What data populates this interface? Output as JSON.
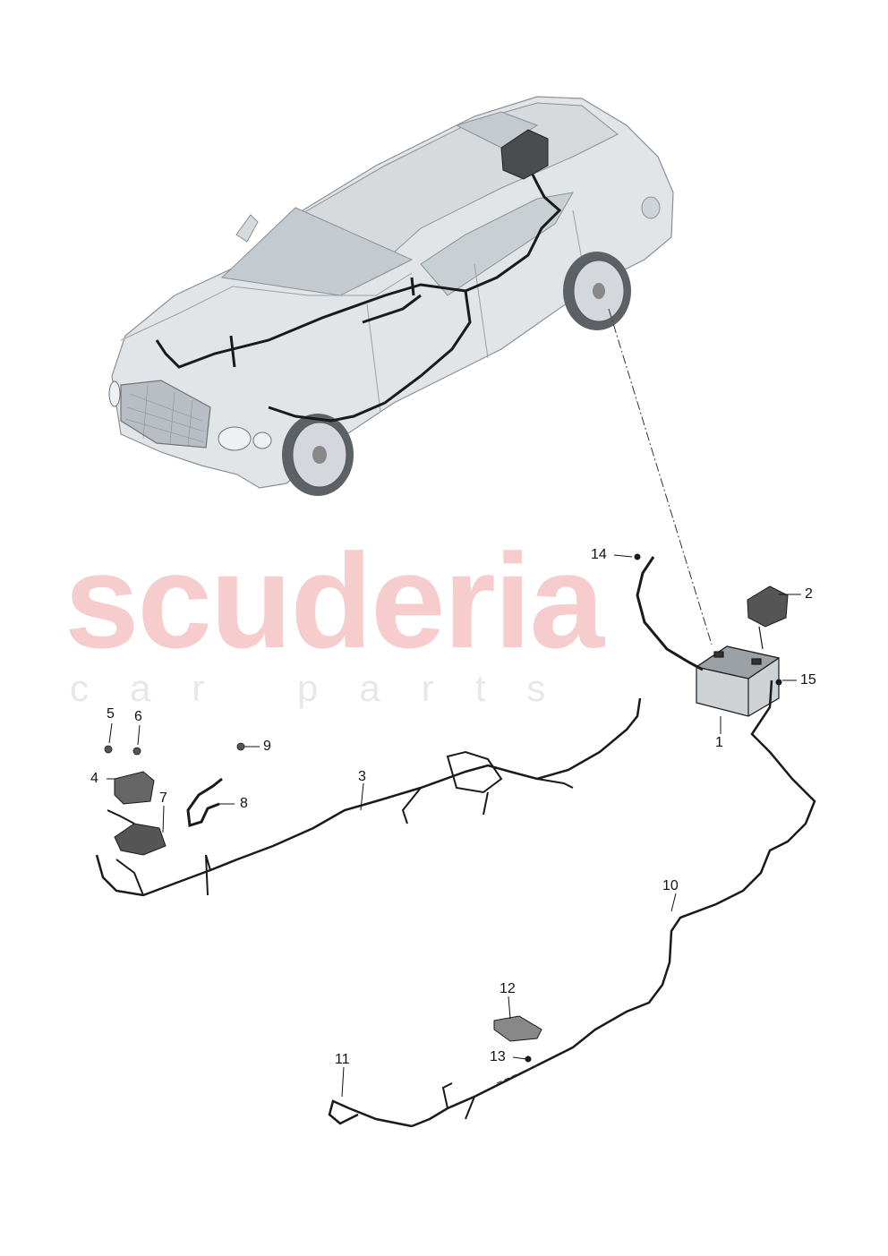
{
  "watermark": {
    "brand": "scuderia",
    "tagline": "car parts"
  },
  "callouts": [
    "1",
    "2",
    "3",
    "4",
    "5",
    "6",
    "7",
    "8",
    "9",
    "10",
    "11",
    "12",
    "13",
    "14",
    "15"
  ],
  "colors": {
    "car_body": "#e2e5e8",
    "car_glass": "#c4cbd0",
    "harness": "#1a1a1a",
    "watermark_main": "#f6cccc",
    "watermark_sub": "#e8e8e8"
  }
}
